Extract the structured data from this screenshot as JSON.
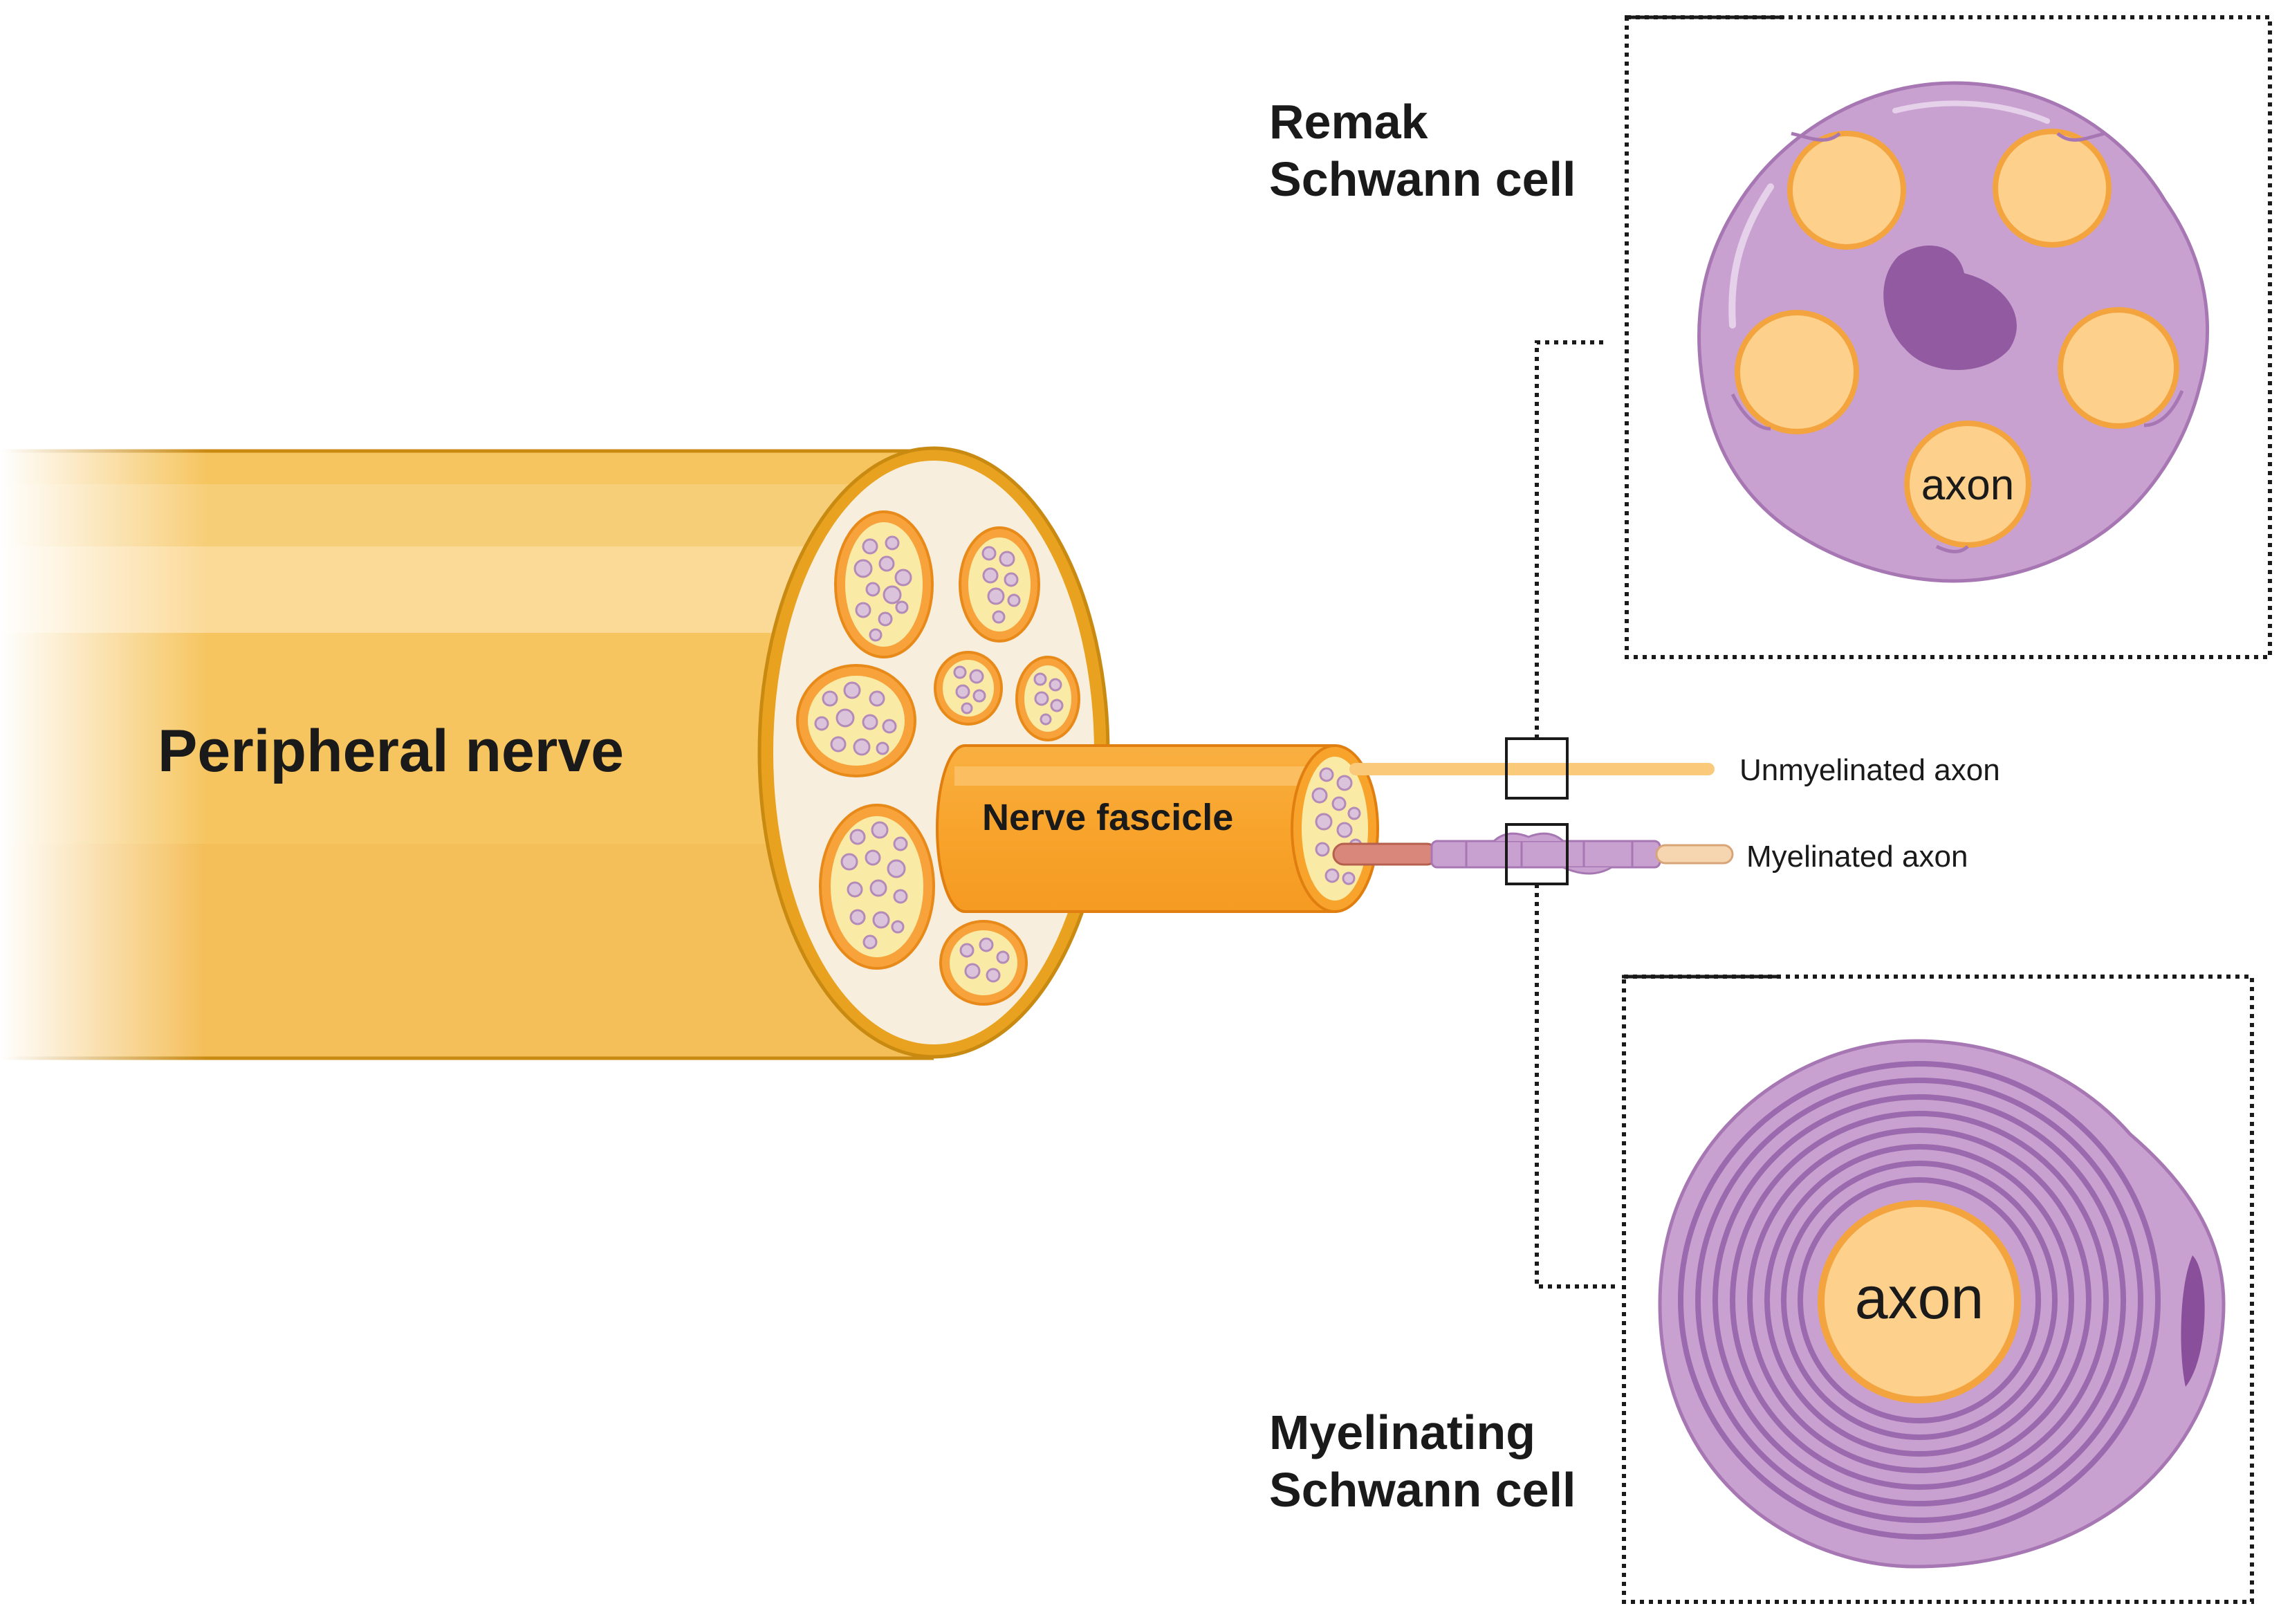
{
  "labels": {
    "peripheral_nerve": "Peripheral nerve",
    "nerve_fascicle": "Nerve fascicle",
    "unmyelinated_axon": "Unmyelinated axon",
    "myelinated_axon": "Myelinated axon",
    "remak_line1": "Remak",
    "remak_line2": "Schwann cell",
    "myelinating_line1": "Myelinating",
    "myelinating_line2": "Schwann cell",
    "remak_axon": "axon",
    "myelin_axon": "axon"
  },
  "colors": {
    "nerve_fill": "#F6C560",
    "nerve_stripe": "#FBDA98",
    "nerve_outline": "#C98A12",
    "nerve_face": "#F8EEDD",
    "fascicle_fill": "#F8A42C",
    "fascicle_outline": "#E07F10",
    "axon_fill": "#FDD08C",
    "axon_outline": "#F3A43E",
    "schwann_fill": "#C9A1D0",
    "schwann_outline": "#A777B4",
    "nucleus": "#925BA1",
    "myelin_ring": "#9B69AD",
    "dotted_frame": "#1a1a1a"
  }
}
